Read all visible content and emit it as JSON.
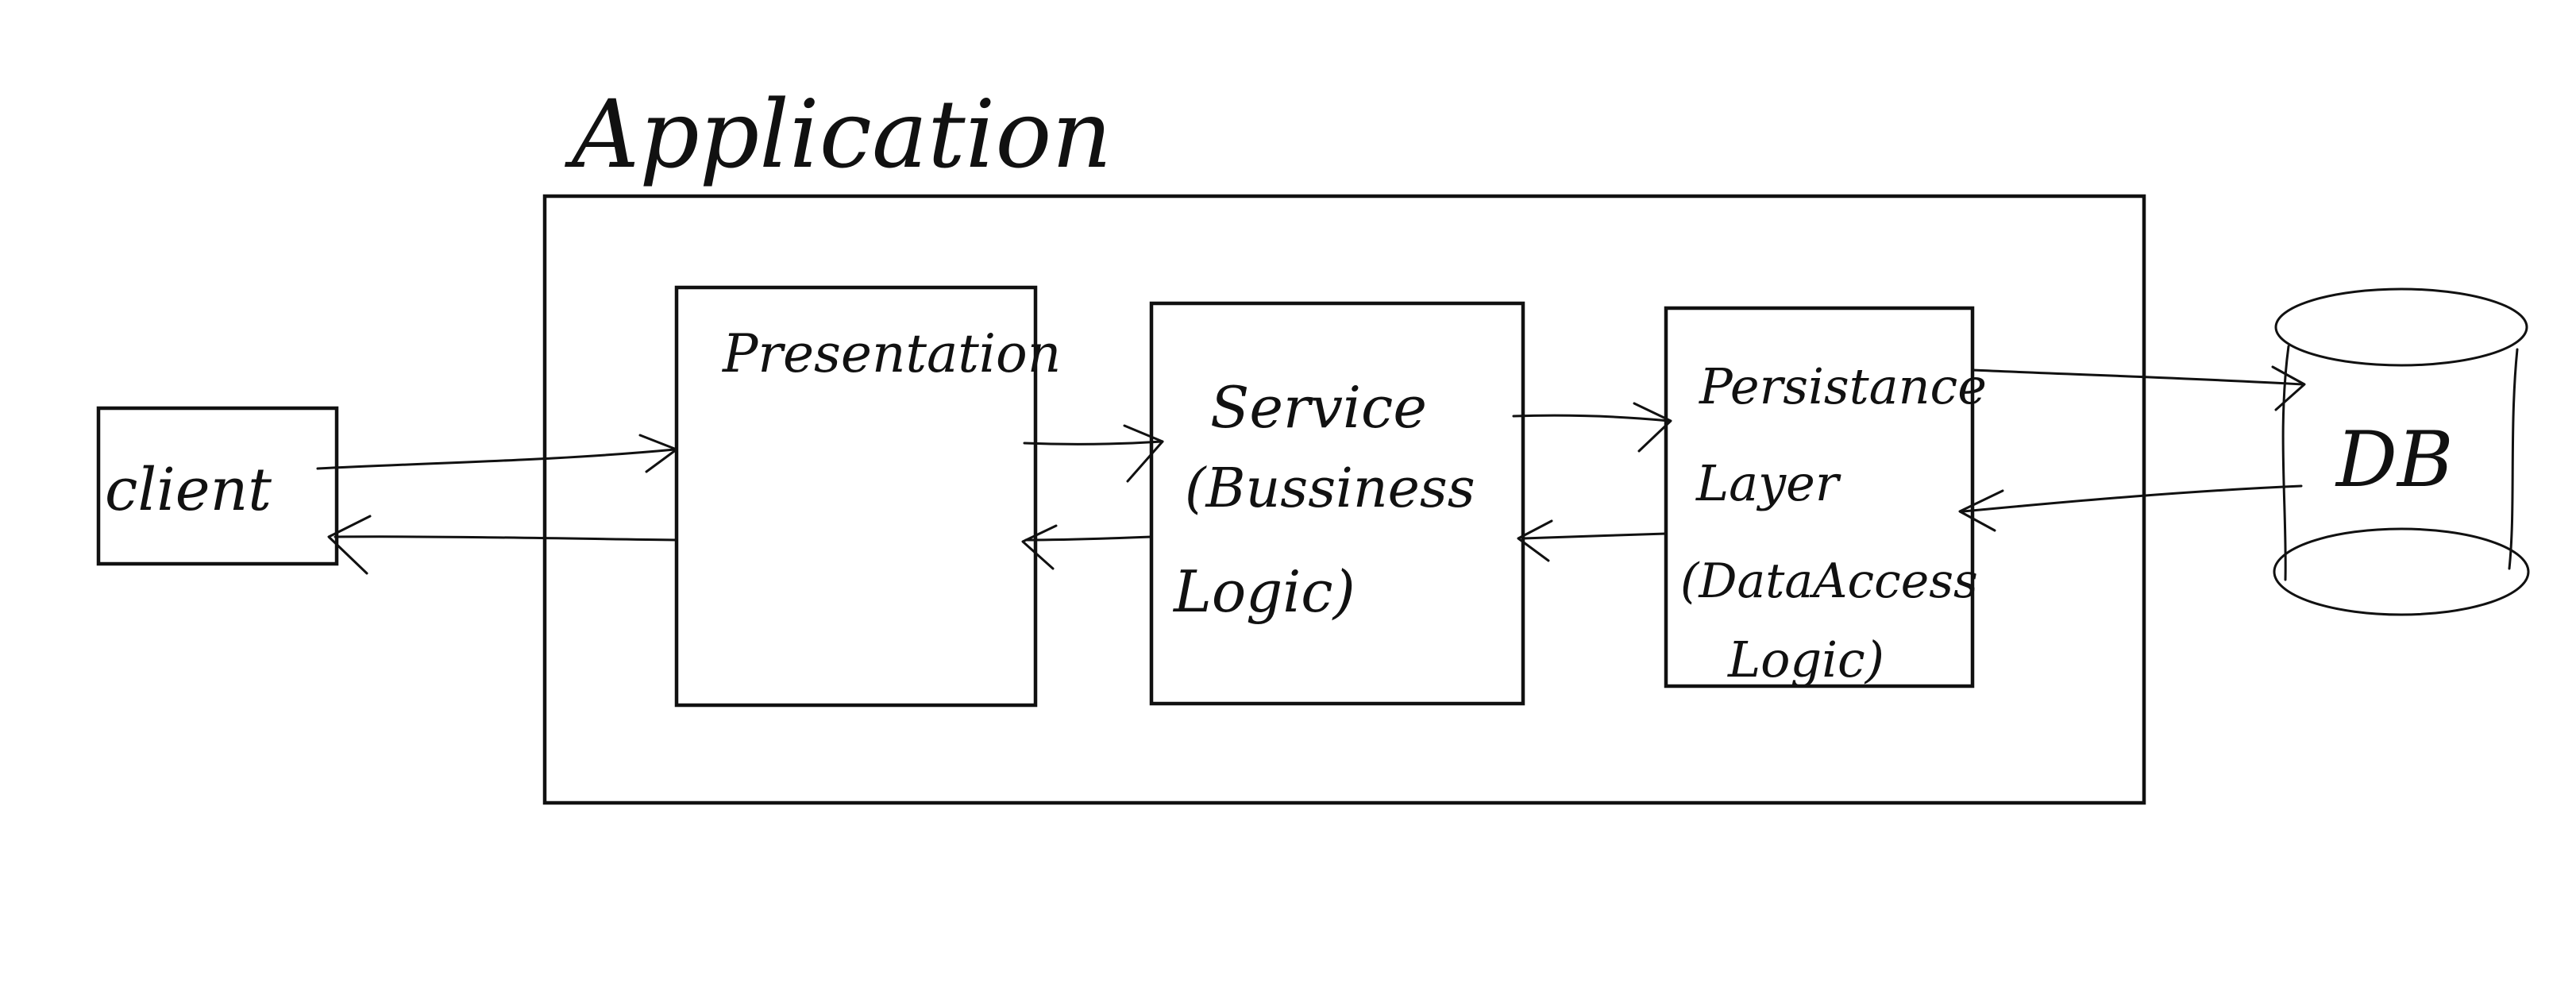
{
  "diagram": {
    "title": "Application",
    "client": "client",
    "presentation": "Presentation",
    "service": {
      "line1": "Service",
      "line2": "(Bussiness",
      "line3": "Logic)"
    },
    "persistence": {
      "line1": "Persistance",
      "line2": "Layer",
      "line3": "(DataAccess",
      "line4": "Logic)"
    },
    "database": "DB",
    "ink_color": "#111111",
    "background_color": "#ffffff"
  }
}
